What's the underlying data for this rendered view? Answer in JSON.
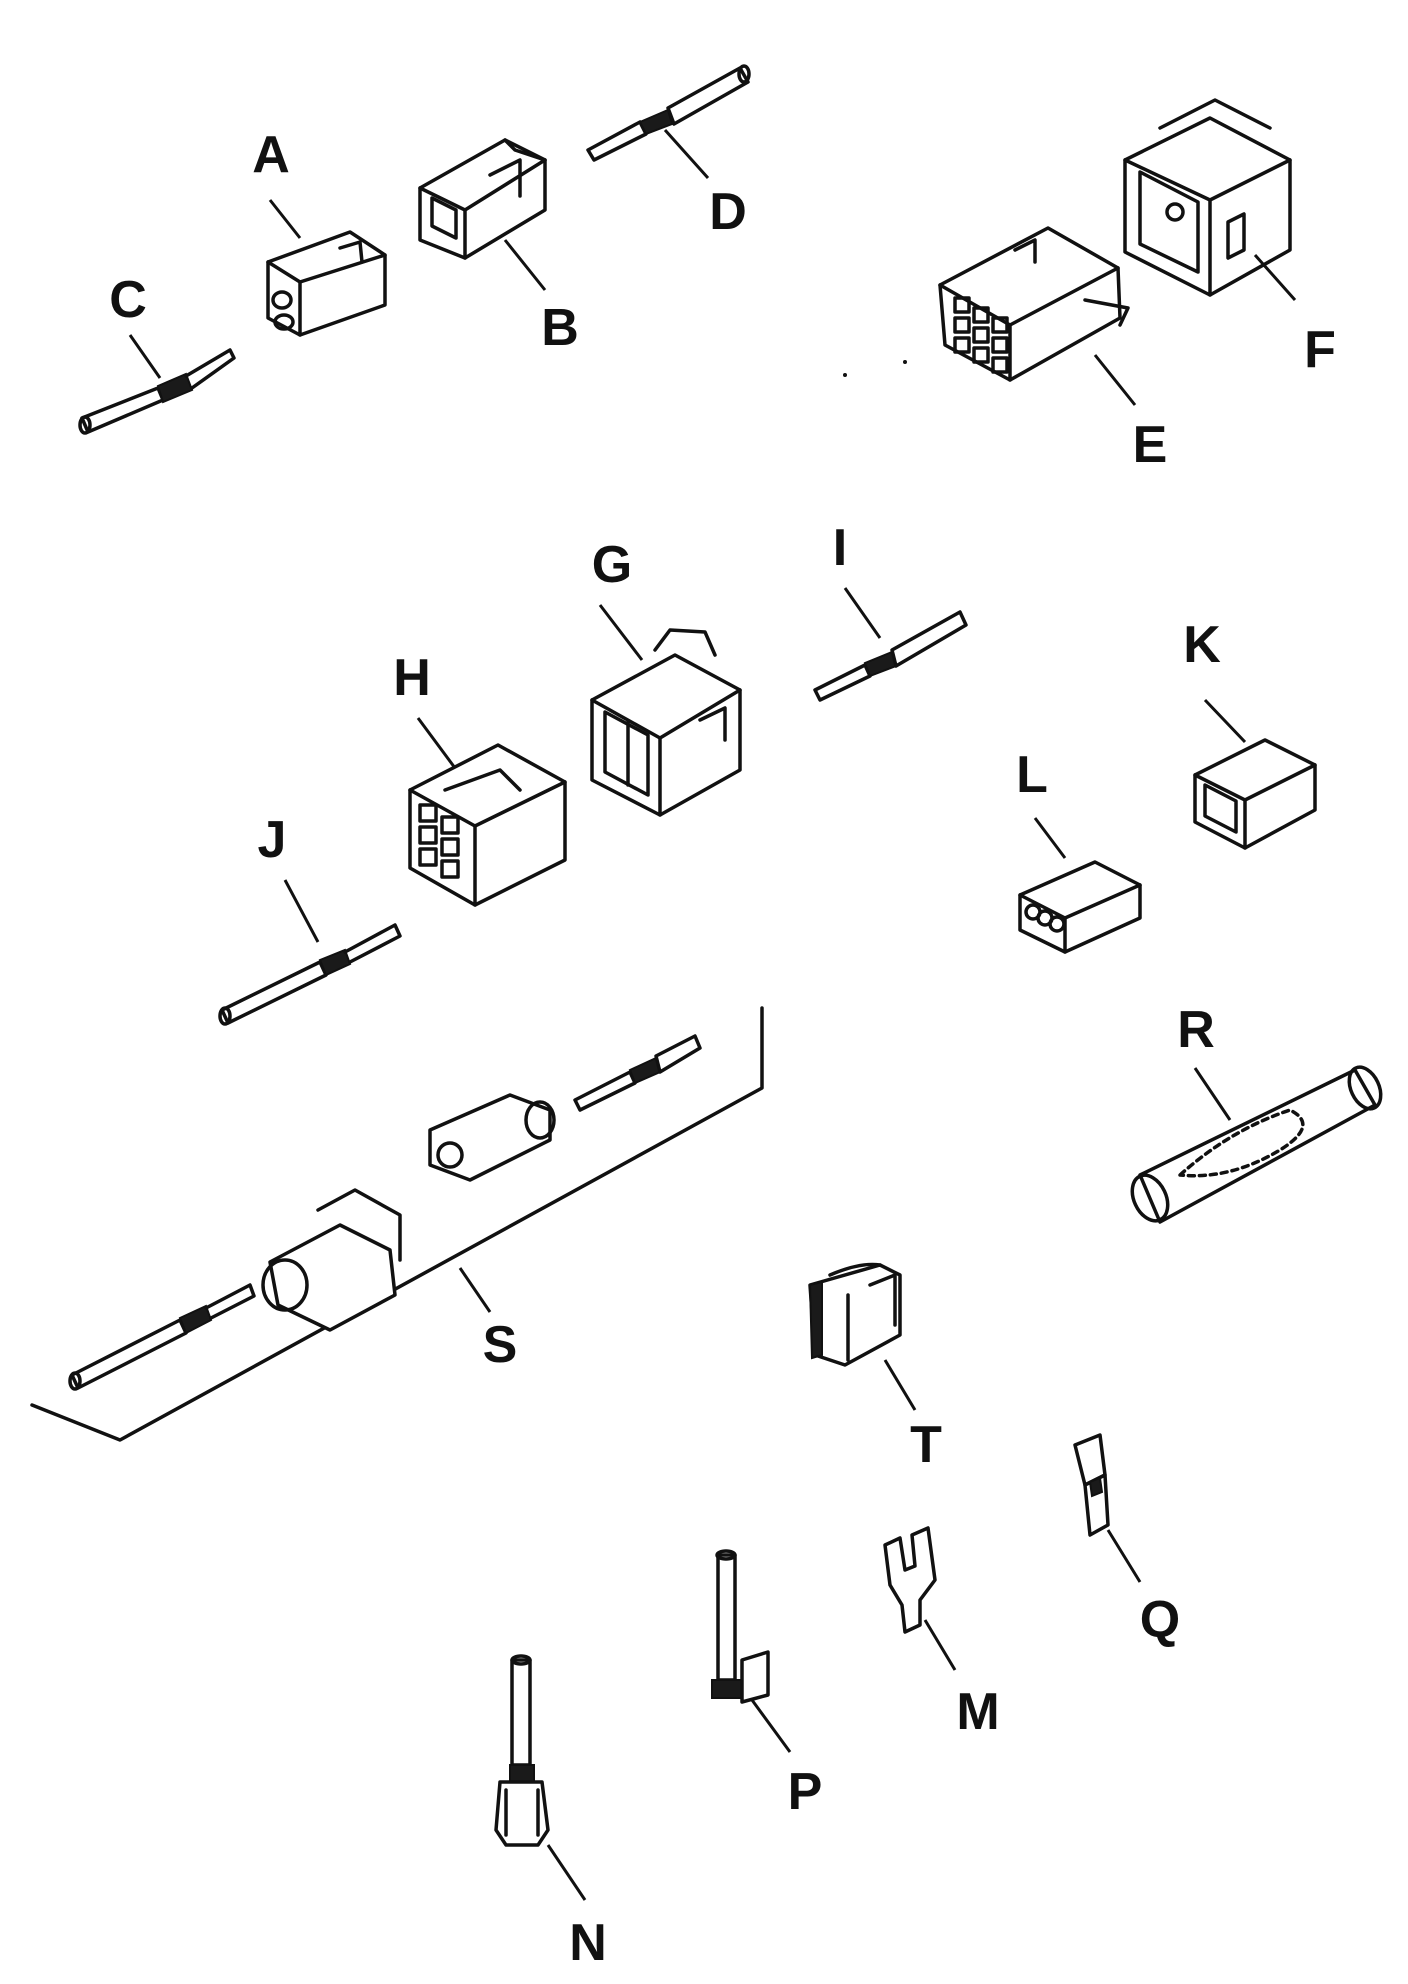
{
  "labels": {
    "A": "A",
    "B": "B",
    "C": "C",
    "D": "D",
    "E": "E",
    "F": "F",
    "G": "G",
    "H": "H",
    "I": "I",
    "J": "J",
    "K": "K",
    "L": "L",
    "M": "M",
    "N": "N",
    "P": "P",
    "Q": "Q",
    "R": "R",
    "S": "S",
    "T": "T"
  },
  "colors": {
    "ink": "#111111",
    "background": "#ffffff"
  }
}
